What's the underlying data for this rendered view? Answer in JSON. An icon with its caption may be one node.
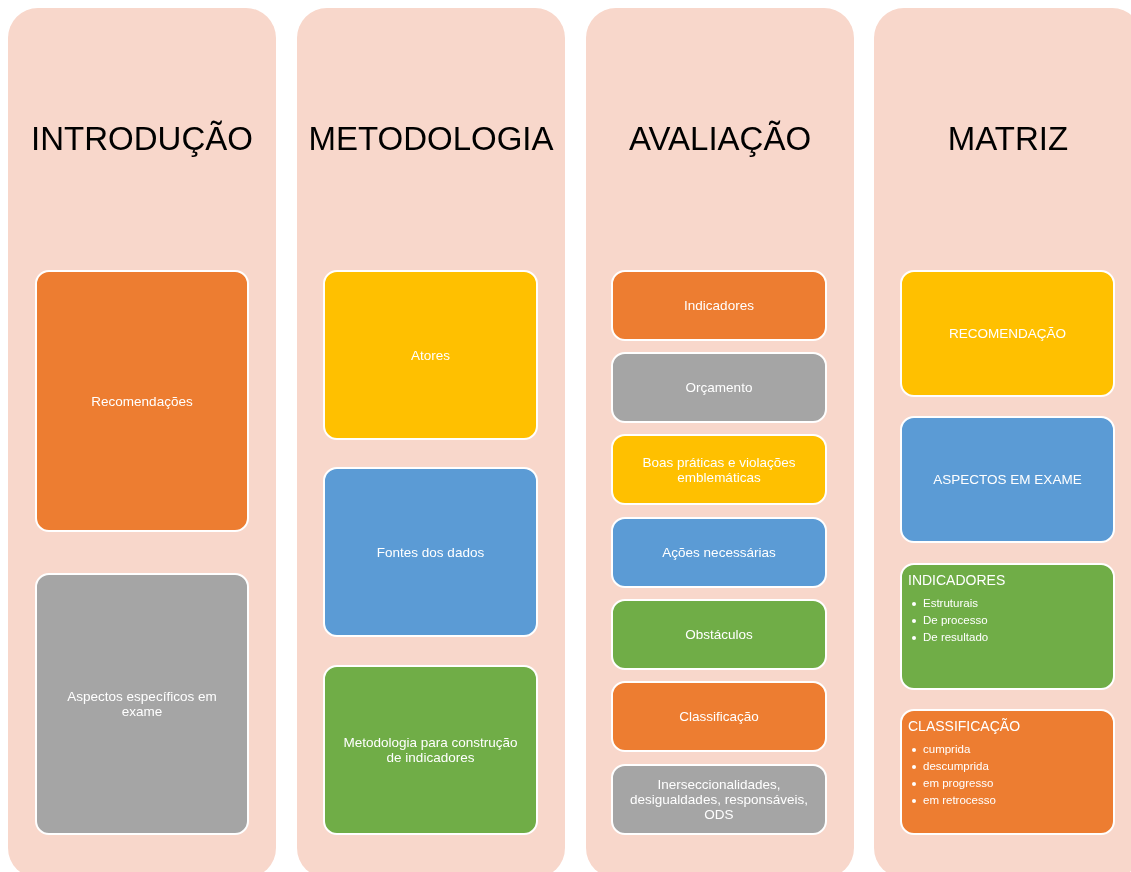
{
  "diagram": {
    "nodes": [
      {
        "text": [
          "INTRODUÇÃO"
        ]
      },
      {
        "text": [
          "Recomendações"
        ],
        "in": 0
      },
      {
        "text": [
          "Aspectos específicos em exame"
        ],
        "in": 0
      },
      {
        "text": [
          "METODOLOGIA"
        ]
      },
      {
        "text": [
          "Atores"
        ],
        "in": 3
      },
      {
        "text": [
          "Fontes dos dados"
        ],
        "in": 3
      },
      {
        "text": [
          "Metodologia para construção de indicadores"
        ],
        "in": 3
      },
      {
        "text": [
          "AVALIAÇÃO"
        ]
      },
      {
        "text": [
          "Indicadores"
        ],
        "in": 7
      },
      {
        "text": [
          "Orçamento"
        ],
        "in": 7
      },
      {
        "text": [
          "Boas práticas e violações emblemáticas"
        ],
        "in": 7
      },
      {
        "text": [
          "Ações necessárias"
        ],
        "in": 7
      },
      {
        "text": [
          "Obstáculos"
        ],
        "in": 7
      },
      {
        "text": [
          "Classificação"
        ],
        "in": 7
      },
      {
        "text": [
          "Inerseccionalidades, desigualdades, responsáveis, ODS"
        ],
        "in": 7
      },
      {
        "text": [
          "MATRIZ"
        ]
      },
      {
        "text": [
          "RECOMENDAÇÃO"
        ],
        "in": 15
      },
      {
        "text": [
          "ASPECTOS EM EXAME"
        ],
        "in": 15
      },
      {
        "text": [
          "INDICADORES",
          "Estruturais",
          "De processo",
          "De resultado"
        ],
        "in": 15
      },
      {
        "text": [
          "CLASSIFICAÇÃO",
          "cumprida",
          "descumprida",
          "em progresso",
          "em retrocesso"
        ],
        "in": 15
      }
    ]
  }
}
